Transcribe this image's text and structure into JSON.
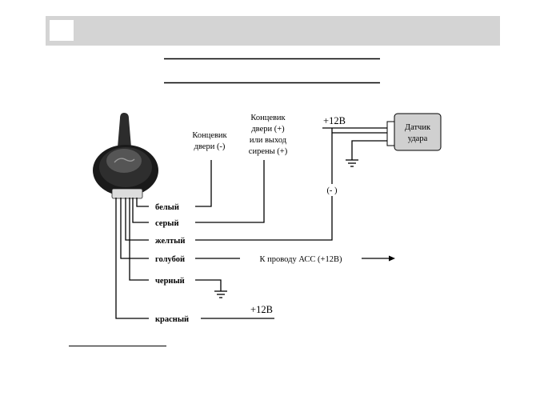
{
  "header": {
    "title": ""
  },
  "labels": {
    "door_switch_minus": [
      "Концевик",
      "двери (-)"
    ],
    "door_switch_plus": [
      "Концевик",
      "двери (+)",
      "или выход",
      "сирены (+)"
    ],
    "plus12_top": "+12В",
    "sensor": [
      "Датчик",
      "удара"
    ],
    "minus_mark": "(- )",
    "acc": "К проводу АСС (+12В)",
    "plus12_bottom": "+12В"
  },
  "wires": [
    {
      "id": "white",
      "label": "белый"
    },
    {
      "id": "gray",
      "label": "серый"
    },
    {
      "id": "yellow",
      "label": "желтый"
    },
    {
      "id": "blue",
      "label": "голубой"
    },
    {
      "id": "black",
      "label": "черный"
    },
    {
      "id": "red",
      "label": "красный"
    }
  ]
}
